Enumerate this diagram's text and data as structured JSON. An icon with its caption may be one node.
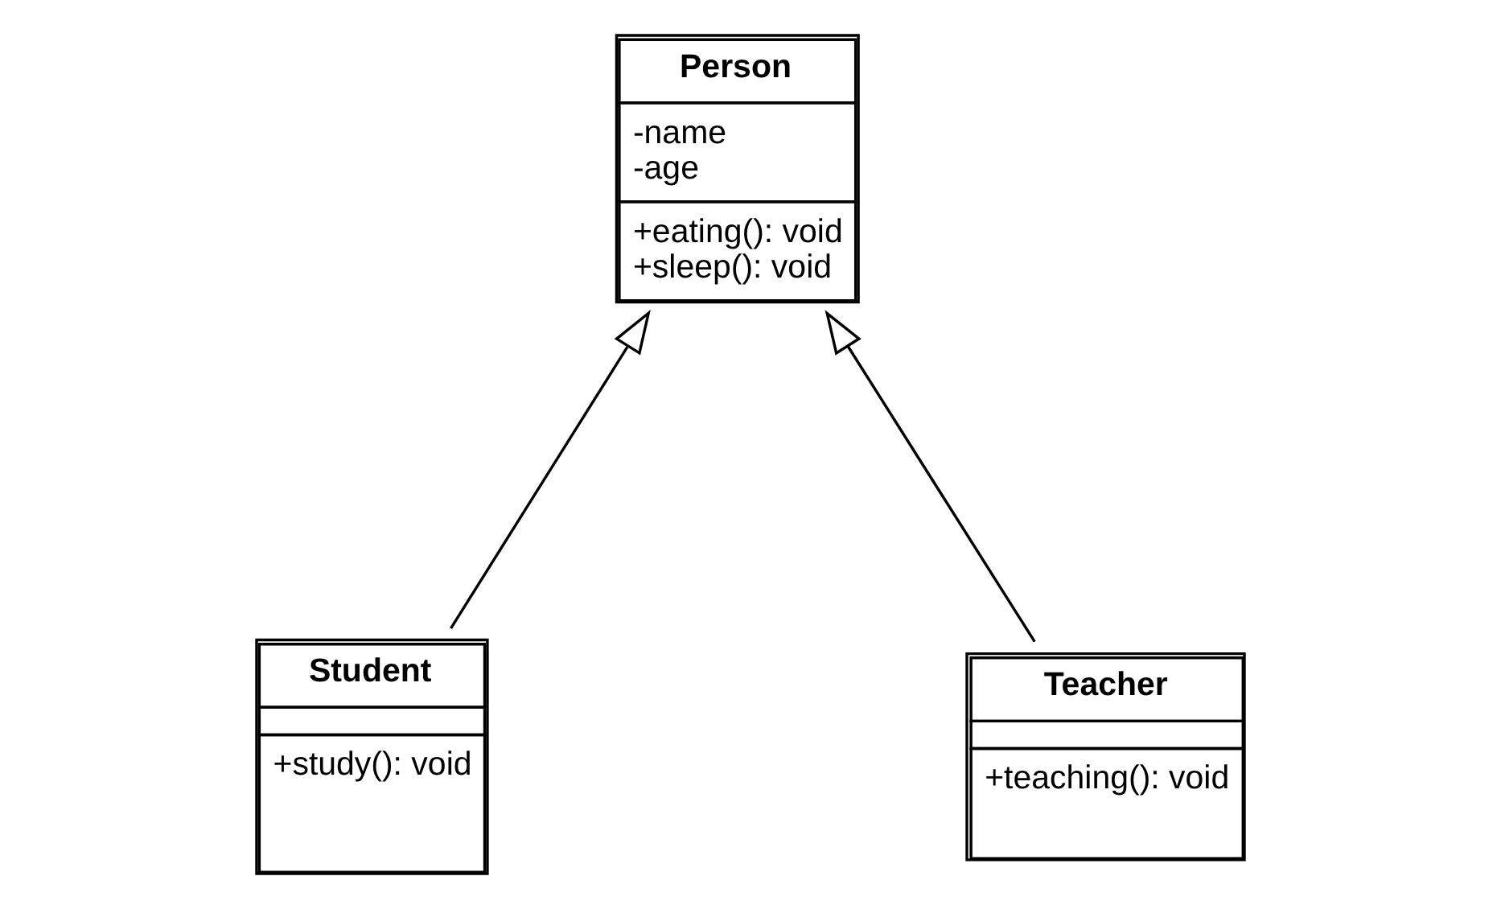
{
  "diagram": {
    "nodes": [
      {
        "text": [
          "Person",
          "-name",
          "-age",
          "+eating(): void",
          "+sleep(): void"
        ]
      },
      {
        "text": [
          "Student",
          "+study(): void"
        ]
      },
      {
        "text": [
          "Teacher",
          "+teaching(): void"
        ]
      }
    ],
    "edges": [
      {
        "from": 1,
        "to": 0,
        "arrow": "to"
      },
      {
        "from": 2,
        "to": 0,
        "arrow": "to"
      }
    ]
  }
}
